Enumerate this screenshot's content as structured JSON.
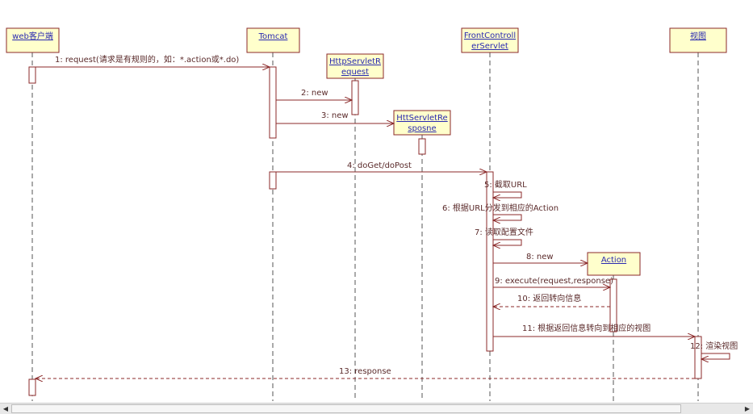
{
  "objects": {
    "web": "web客户端",
    "tomcat": "Tomcat",
    "request_line1": "HttpServletR",
    "request_line2": "equest",
    "response_line1": "HttServletRe",
    "response_line2": "sposne",
    "front_line1": "FrontControll",
    "front_line2": "erServlet",
    "action": "Action",
    "view": "视图"
  },
  "messages": [
    {
      "label": "1: request(请求是有规则的，如：*.action或*.do)"
    },
    {
      "label": "2: new"
    },
    {
      "label": "3: new"
    },
    {
      "label": "4: doGet/doPost"
    },
    {
      "label": "5: 截取URL"
    },
    {
      "label": "6: 根据URL分发到相应的Action"
    },
    {
      "label": "7: 读取配置文件"
    },
    {
      "label": "8: new"
    },
    {
      "label": "9: execute(request,response)"
    },
    {
      "label": "10: 返回转向信息"
    },
    {
      "label": "11: 根据返回信息转向到相应的视图"
    },
    {
      "label": "12: 渲染视图"
    },
    {
      "label": "13: response"
    }
  ],
  "scrollbar": {
    "left_arrow": "◀",
    "right_arrow": "▶"
  },
  "colors": {
    "line": "#8b2a2a",
    "box_fill": "#ffffcc",
    "box_stroke": "#8b2a2a",
    "lifeline": "#555555"
  }
}
